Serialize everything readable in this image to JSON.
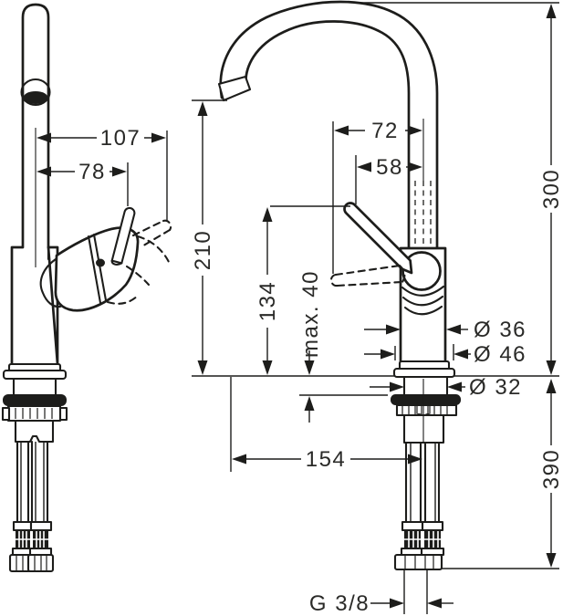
{
  "document": {
    "type": "Technical dimension drawing",
    "subject": "Single-lever mixer tap with high swivel spout, side view and front view with installation dimensions",
    "units": "mm"
  },
  "colors": {
    "line": "#1d1d1b",
    "background": "#ffffff"
  },
  "labels": {
    "d107": "107",
    "d78": "78",
    "d72": "72",
    "d58": "58",
    "d210": "210",
    "d134": "134",
    "dmax40": "max. 40",
    "d300": "300",
    "d390": "390",
    "d154": "154",
    "dia36": "Ø 36",
    "dia46": "Ø 46",
    "dia32": "Ø 32",
    "thread": "G 3/8"
  }
}
